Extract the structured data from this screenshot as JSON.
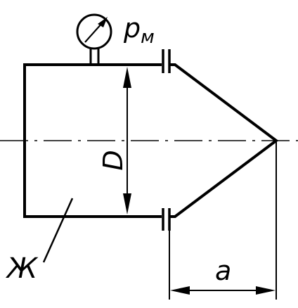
{
  "labels": {
    "pressure_symbol": "p",
    "pressure_subscript": "м",
    "diameter": "D",
    "distance": "a",
    "fluid": "Ж"
  },
  "colors": {
    "stroke": "#000000",
    "background": "#ffffff"
  }
}
